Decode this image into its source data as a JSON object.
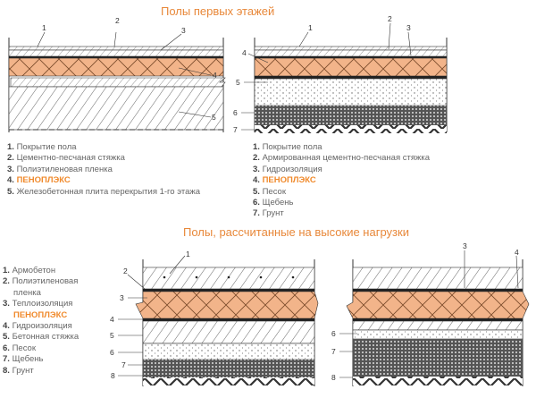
{
  "section1": {
    "title": "Полы первых этажей",
    "diagram_a": {
      "callouts": [
        "1",
        "2",
        "3",
        "4",
        "5"
      ]
    },
    "diagram_b": {
      "callouts": [
        "1",
        "2",
        "3",
        "4",
        "5",
        "6",
        "7"
      ]
    },
    "legend_a": [
      {
        "num": "1.",
        "text": "Покрытие пола"
      },
      {
        "num": "2.",
        "text": "Цементно-песчаная стяжка"
      },
      {
        "num": "3.",
        "text": "Полиэтиленовая пленка"
      },
      {
        "num": "4.",
        "text": "ПЕНОПЛЭКС",
        "brand": true
      },
      {
        "num": "5.",
        "text": "Железобетонная плита перекрытия 1-го этажа"
      }
    ],
    "legend_b": [
      {
        "num": "1.",
        "text": "Покрытие пола"
      },
      {
        "num": "2.",
        "text": "Армированная цементно-песчаная стяжка"
      },
      {
        "num": "3.",
        "text": "Гидроизоляция"
      },
      {
        "num": "4.",
        "text": "ПЕНОПЛЭКС",
        "brand": true
      },
      {
        "num": "5.",
        "text": "Песок"
      },
      {
        "num": "6.",
        "text": "Щебень"
      },
      {
        "num": "7.",
        "text": "Грунт"
      }
    ]
  },
  "section2": {
    "title": "Полы, рассчитанные на высокие нагрузки",
    "legend": [
      {
        "num": "1.",
        "text": "Армобетон"
      },
      {
        "num": "2.",
        "text": "Полиэтиленовая"
      },
      {
        "num": "",
        "text": "пленка"
      },
      {
        "num": "3.",
        "text": "Теплоизоляция"
      },
      {
        "num": "",
        "text": "ПЕНОПЛЭКС",
        "brand": true
      },
      {
        "num": "4.",
        "text": "Гидроизоляция"
      },
      {
        "num": "5.",
        "text": "Бетонная стяжка"
      },
      {
        "num": "6.",
        "text": "Песок"
      },
      {
        "num": "7.",
        "text": "Щебень"
      },
      {
        "num": "8.",
        "text": "Грунт"
      }
    ],
    "diagram_c": {
      "callouts": [
        "1",
        "2",
        "3",
        "4",
        "5",
        "6",
        "7",
        "8"
      ]
    },
    "diagram_d": {
      "callouts": [
        "3",
        "4",
        "6",
        "7",
        "8"
      ]
    }
  },
  "colors": {
    "accent": "#e8883a",
    "foam": "#f2b48a"
  }
}
